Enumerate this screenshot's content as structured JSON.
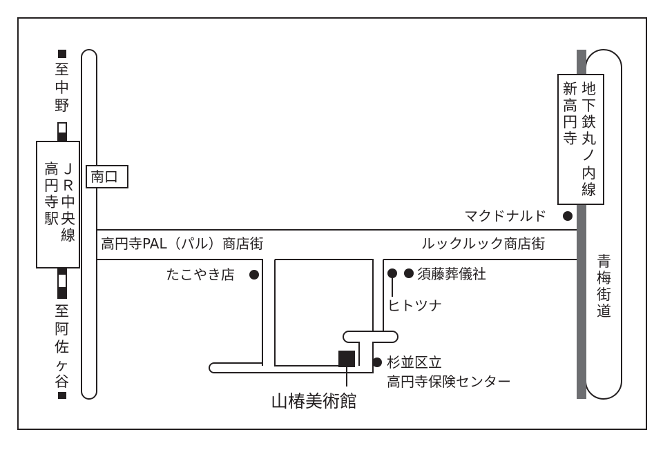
{
  "map": {
    "museum": "山椿美術館",
    "jr_station": {
      "name": "高円寺駅",
      "line": "JR中央線",
      "exit": "南口",
      "toward_north": "至中野",
      "toward_south": "至阿佐ヶ谷"
    },
    "subway_station": {
      "line": "地下鉄丸ノ内線",
      "name": "新高円寺"
    },
    "streets": {
      "pal": "高円寺PAL（パル）商店街",
      "look": "ルックルック商店街",
      "ome": "青梅街道"
    },
    "landmarks": {
      "mcdonalds": "マクドナルド",
      "takoyaki": "たこやき店",
      "sudo": "須藤葬儀社",
      "hitotsuna": "ヒトツナ",
      "health_center_1": "杉並区立",
      "health_center_2": "高円寺保険センター"
    },
    "colors": {
      "ink": "#231f20",
      "ome_road": "#6d6e71"
    }
  }
}
